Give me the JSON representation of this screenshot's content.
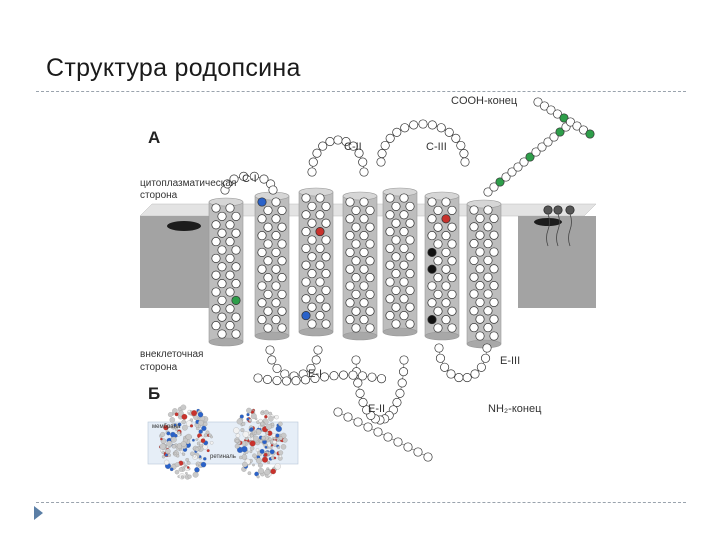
{
  "slide": {
    "title": "Структура родопсина"
  },
  "figure": {
    "panel_a": "А",
    "panel_b": "Б",
    "cytoplasmic_side": [
      "цитоплазматическая",
      "сторона"
    ],
    "extracellular_side": [
      "внеклеточная",
      "сторона"
    ],
    "cooh_end": "COOH-конец",
    "nh2_end": "NH₂-конец",
    "loops": {
      "c1": "C-I",
      "c2": "C-II",
      "c3": "C-III",
      "e1": "E-I",
      "e2": "E-II",
      "e3": "E-III"
    },
    "panel_b_labels": [
      "мембрана",
      "ретиналь"
    ]
  },
  "colors": {
    "helix_fill": "#bdbdbd",
    "membrane_side": "#9e9e9e",
    "membrane_top": "#dcdcdc",
    "residue_green": "#2e9e4a",
    "residue_yellow": "#d9b21a",
    "residue_blue": "#2a62c9",
    "residue_black": "#111111",
    "residue_purple": "#7a3fb0",
    "residue_red": "#c8322c",
    "rule": "#9aa3ad",
    "bullet": "#5b7fa6"
  }
}
